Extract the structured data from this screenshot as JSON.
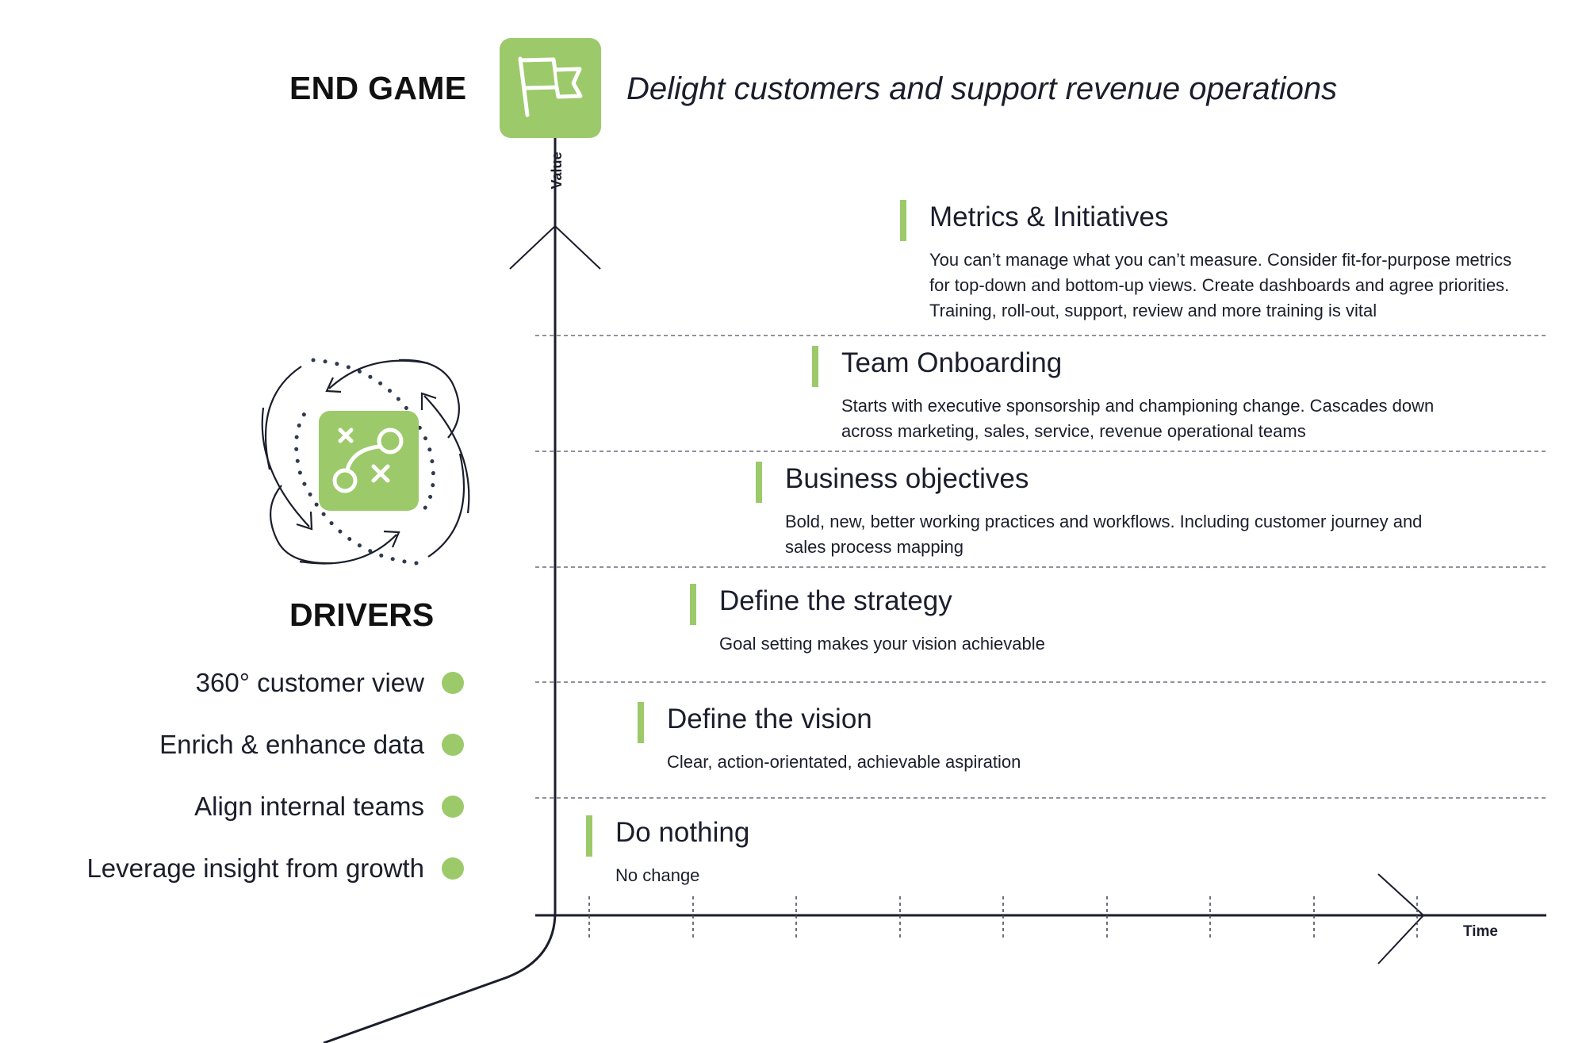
{
  "end_game": {
    "title": "END GAME",
    "tagline": "Delight customers and support revenue operations",
    "icon": "flag-icon",
    "accent_color": "#9cca6a"
  },
  "axes": {
    "y_label": "Value",
    "x_label": "Time"
  },
  "levels": [
    {
      "title": "Metrics & Initiatives",
      "description": [
        "You can’t manage what you can’t measure. Consider fit-for-purpose metrics",
        "for top-down and bottom-up views. Create dashboards and agree priorities.",
        "Training, roll-out, support, review and more training is vital"
      ]
    },
    {
      "title": "Team Onboarding",
      "description": [
        "Starts with executive sponsorship and championing change. Cascades down",
        "across marketing, sales, service, revenue operational teams"
      ]
    },
    {
      "title": "Business objectives",
      "description": [
        "Bold, new, better working practices and workflows. Including customer journey and",
        "sales process mapping"
      ]
    },
    {
      "title": "Define the strategy",
      "description": [
        "Goal setting makes your vision achievable"
      ]
    },
    {
      "title": "Define the vision",
      "description": [
        "Clear, action-orientated, achievable aspiration"
      ]
    },
    {
      "title": "Do nothing",
      "description": [
        "No change"
      ]
    }
  ],
  "drivers": {
    "title": "DRIVERS",
    "icon": "strategy-play-icon",
    "items": [
      {
        "label": "360° customer view"
      },
      {
        "label": "Enrich & enhance data"
      },
      {
        "label": "Align internal teams"
      },
      {
        "label": "Leverage insight from growth"
      }
    ]
  }
}
